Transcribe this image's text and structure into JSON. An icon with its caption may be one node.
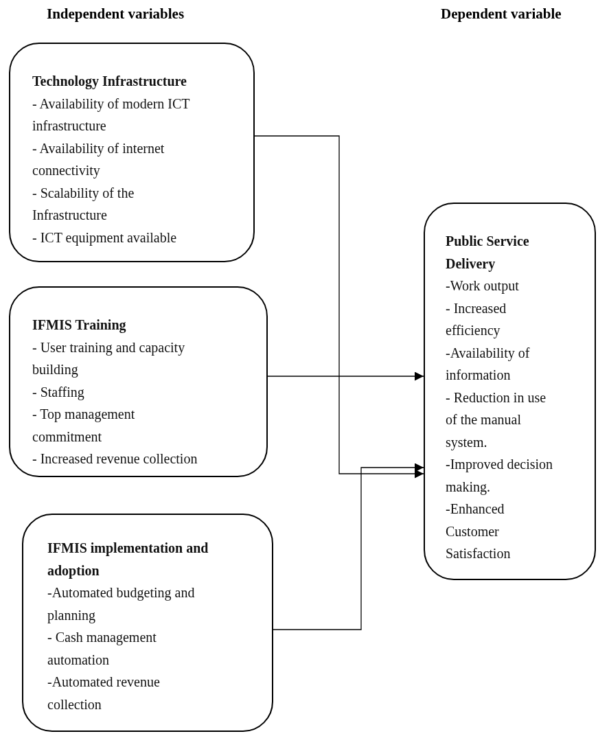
{
  "diagram": {
    "nodes": [
      {
        "text": [
          "Technology Infrastructure",
          "- Availability of modern ICT infrastructure",
          "- Availability of internet connectivity",
          "- Scalability of the Infrastructure",
          "- ICT equipment available"
        ]
      },
      {
        "text": [
          "IFMIS Training",
          "- User training and capacity building",
          "- Staffing",
          "- Top management commitment",
          "- Increased revenue collection"
        ]
      },
      {
        "text": [
          "IFMIS implementation and adoption",
          "-Automated budgeting and planning",
          "- Cash management automation",
          "-Automated revenue collection"
        ]
      },
      {
        "text": [
          "Public Service Delivery",
          "-Work output",
          "- Increased efficiency",
          "-Availability of information",
          "- Reduction in use of the manual system.",
          "-Improved decision making.",
          "-Enhanced Customer Satisfaction"
        ]
      }
    ],
    "edges": [
      {
        "from": 0,
        "to": 3,
        "arrow": "to"
      },
      {
        "from": 1,
        "to": 3,
        "arrow": "to"
      },
      {
        "from": 2,
        "to": 3,
        "arrow": "to"
      }
    ],
    "labels": [
      "Independent variables",
      "Dependent variable"
    ]
  }
}
